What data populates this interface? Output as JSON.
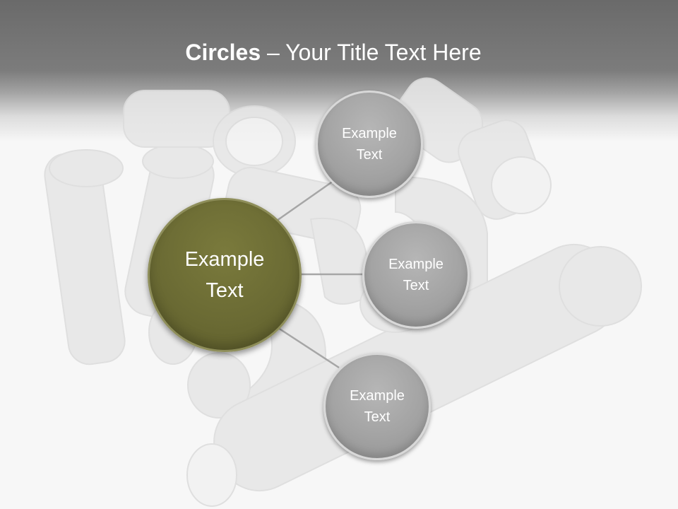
{
  "slide": {
    "title_bold": "Circles",
    "title_rest": " – Your Title Text Here",
    "center_circle": {
      "label": "Example Text"
    },
    "outer_circles": [
      {
        "label": "Example Text"
      },
      {
        "label": "Example Text"
      },
      {
        "label": "Example Text"
      }
    ]
  },
  "colors": {
    "header_band": "#6a6a6a",
    "background": "#f7f7f7",
    "main_circle": "#6b6b34",
    "small_circle": "#a3a3a3",
    "connector": "#a6a6a6",
    "text": "#ffffff"
  }
}
